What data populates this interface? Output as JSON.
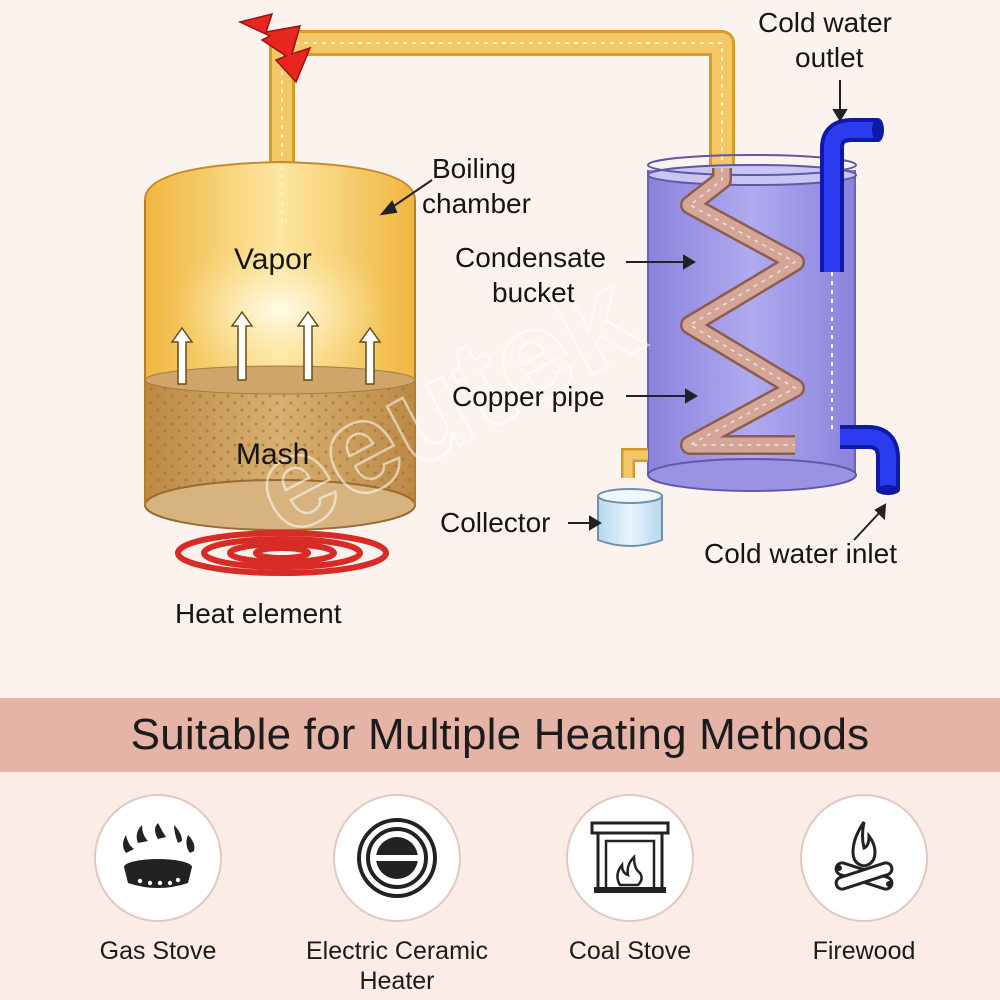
{
  "diagram": {
    "labels": {
      "vapor": "Vapor",
      "mash": "Mash",
      "heat_element": "Heat element",
      "boiling_chamber": [
        "Boiling",
        "chamber"
      ],
      "condensate_bucket": [
        "Condensate",
        "bucket"
      ],
      "copper_pipe": "Copper pipe",
      "collector": "Collector",
      "cold_water_outlet": [
        "Cold water",
        "outlet"
      ],
      "cold_water_inlet": "Cold water inlet"
    },
    "watermark": "eeutek",
    "colors": {
      "vapor_fill": "#f7c75a",
      "mash_fill": "#c89a52",
      "bucket_water": "#9a93e3",
      "copper_pipe": "#c99a8c",
      "cold_water_pipe": "#1a2bd6",
      "vapor_pipe": "#f2c05a",
      "heat_coil": "#e0332b",
      "lightning": "#e8261f"
    }
  },
  "banner": {
    "title": "Suitable for Multiple Heating Methods",
    "background": "#e6b4a7"
  },
  "methods": [
    {
      "icon": "gas-stove-icon",
      "label": "Gas Stove"
    },
    {
      "icon": "electric-ceramic-heater-icon",
      "label": "Electric Ceramic Heater"
    },
    {
      "icon": "coal-stove-icon",
      "label": "Coal Stove"
    },
    {
      "icon": "firewood-icon",
      "label": "Firewood"
    }
  ]
}
